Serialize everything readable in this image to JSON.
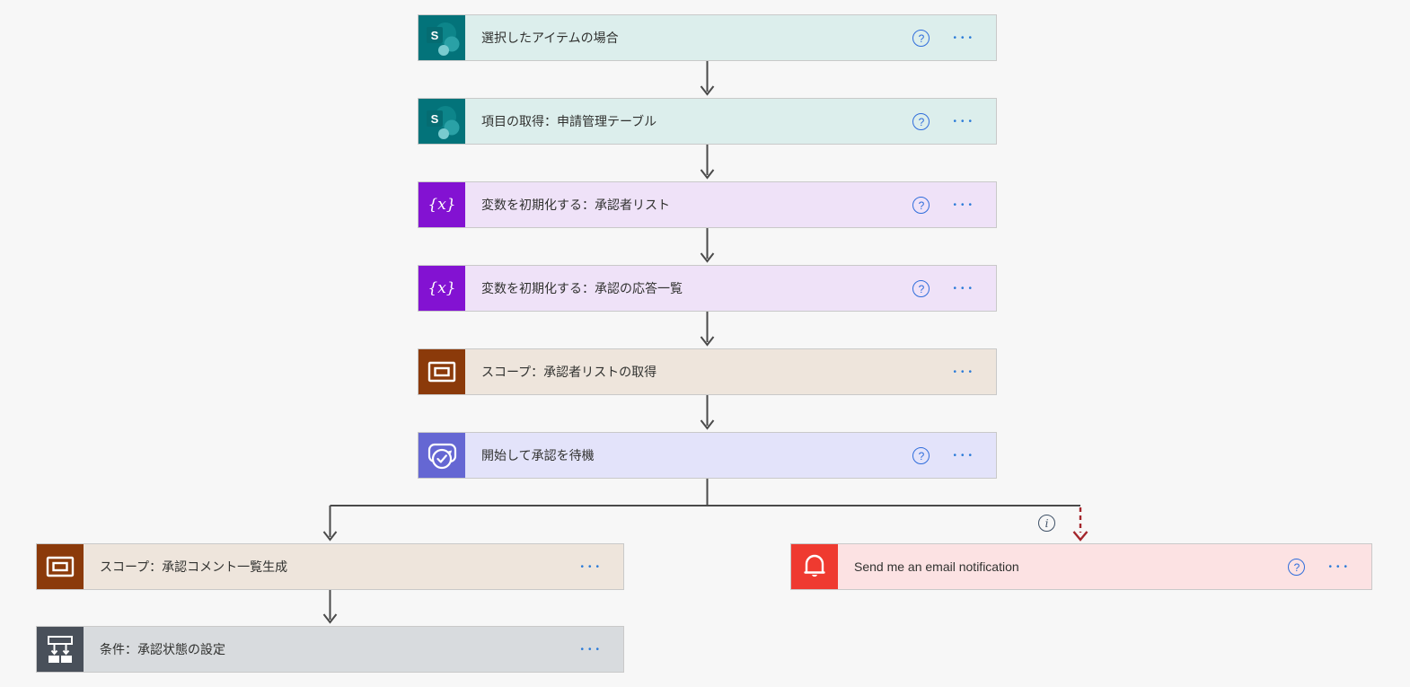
{
  "ui": {
    "help_glyph": "?",
    "menu_glyph": "•••",
    "info_glyph": "i",
    "variable_icon_glyph": "{x}",
    "sharepoint_logo_letter": "S"
  },
  "colors": {
    "canvas_bg": "#f7f7f7",
    "sharepoint_tile": "#03737a",
    "sharepoint_card": "#dceeec",
    "variable_tile": "#8312d2",
    "variable_card": "#efe2f8",
    "scope_tile": "#8b3a0a",
    "scope_card": "#eee5dc",
    "approvals_tile": "#6567d3",
    "approvals_card": "#e3e3fa",
    "condition_tile": "#49505a",
    "condition_card": "#d8dbde",
    "notification_tile": "#ef3a30",
    "notification_card": "#fce2e3",
    "connector": "#4a4a4a",
    "run_after_dashed_arrow": "#a4262c",
    "help_icon_blue": "#2f6ddb",
    "menu_dots_blue": "#2b7bd8",
    "label_text": "#30312f"
  },
  "nodes": [
    {
      "label": "選択したアイテムの場合",
      "type": "sharepoint",
      "icon": "sharepoint-icon",
      "has_help": true
    },
    {
      "label": "項目の取得：申請管理テーブル",
      "type": "sharepoint",
      "icon": "sharepoint-icon",
      "has_help": true
    },
    {
      "label": "変数を初期化する：承認者リスト",
      "type": "variable",
      "icon": "variable-icon",
      "has_help": true
    },
    {
      "label": "変数を初期化する：承認の応答一覧",
      "type": "variable",
      "icon": "variable-icon",
      "has_help": true
    },
    {
      "label": "スコープ：承認者リストの取得",
      "type": "scope",
      "icon": "scope-icon",
      "has_help": false
    },
    {
      "label": "開始して承認を待機",
      "type": "approvals",
      "icon": "approvals-icon",
      "has_help": true
    },
    {
      "label": "スコープ：承認コメント一覧生成",
      "type": "scope",
      "icon": "scope-icon",
      "has_help": false
    },
    {
      "label": "条件：承認状態の設定",
      "type": "condition",
      "icon": "condition-icon",
      "has_help": false
    },
    {
      "label": "Send me an email notification",
      "type": "notification",
      "icon": "bell-icon",
      "has_help": true
    }
  ]
}
